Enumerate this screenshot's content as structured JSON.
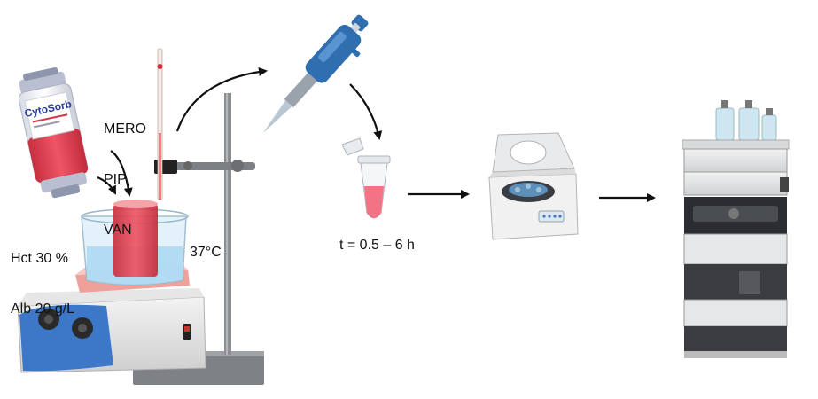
{
  "drugs": [
    "MERO",
    "PIP",
    "VAN"
  ],
  "blood": {
    "hct": "Hct 30 %",
    "alb": "Alb 20 g/L"
  },
  "temperature": "37°C",
  "incubation_time": "t = 0.5 – 6 h",
  "cartridge": {
    "brand": "CytoSorb"
  },
  "colors": {
    "blood": "#e8485a",
    "pipette_blue": "#2f6fb0",
    "hotplate_blue": "#3d78c8",
    "stand_grey": "#8a8d91",
    "arrow": "#111111"
  },
  "icons": [
    "cytosorb-cartridge-icon",
    "hotplate-stirrer-icon",
    "beaker-icon",
    "thermometer-icon",
    "retort-stand-icon",
    "pipette-icon",
    "microtube-icon",
    "centrifuge-icon",
    "hplc-system-icon"
  ]
}
